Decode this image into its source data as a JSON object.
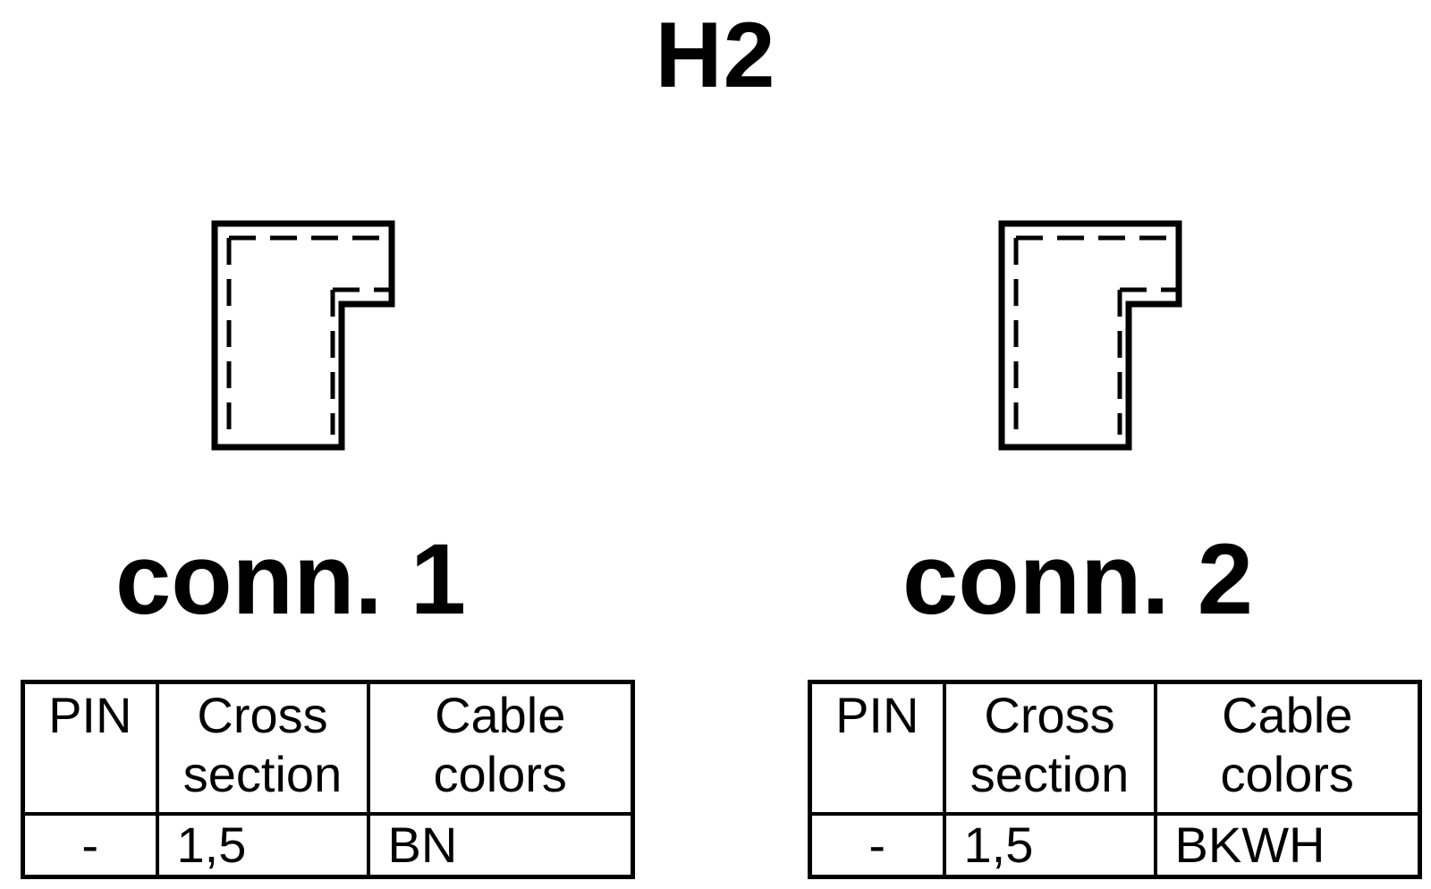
{
  "title": "H2",
  "connectors": [
    {
      "label": "conn. 1",
      "table": {
        "headers": {
          "pin": [
            "PIN"
          ],
          "cross": [
            "Cross",
            "section"
          ],
          "color": [
            "Cable",
            "colors"
          ]
        },
        "row": {
          "pin": "-",
          "cross": "1,5",
          "color": "BN"
        }
      }
    },
    {
      "label": "conn. 2",
      "table": {
        "headers": {
          "pin": [
            "PIN"
          ],
          "cross": [
            "Cross",
            "section"
          ],
          "color": [
            "Cable",
            "colors"
          ]
        },
        "row": {
          "pin": "-",
          "cross": "1,5",
          "color": "BKWH"
        }
      }
    }
  ]
}
